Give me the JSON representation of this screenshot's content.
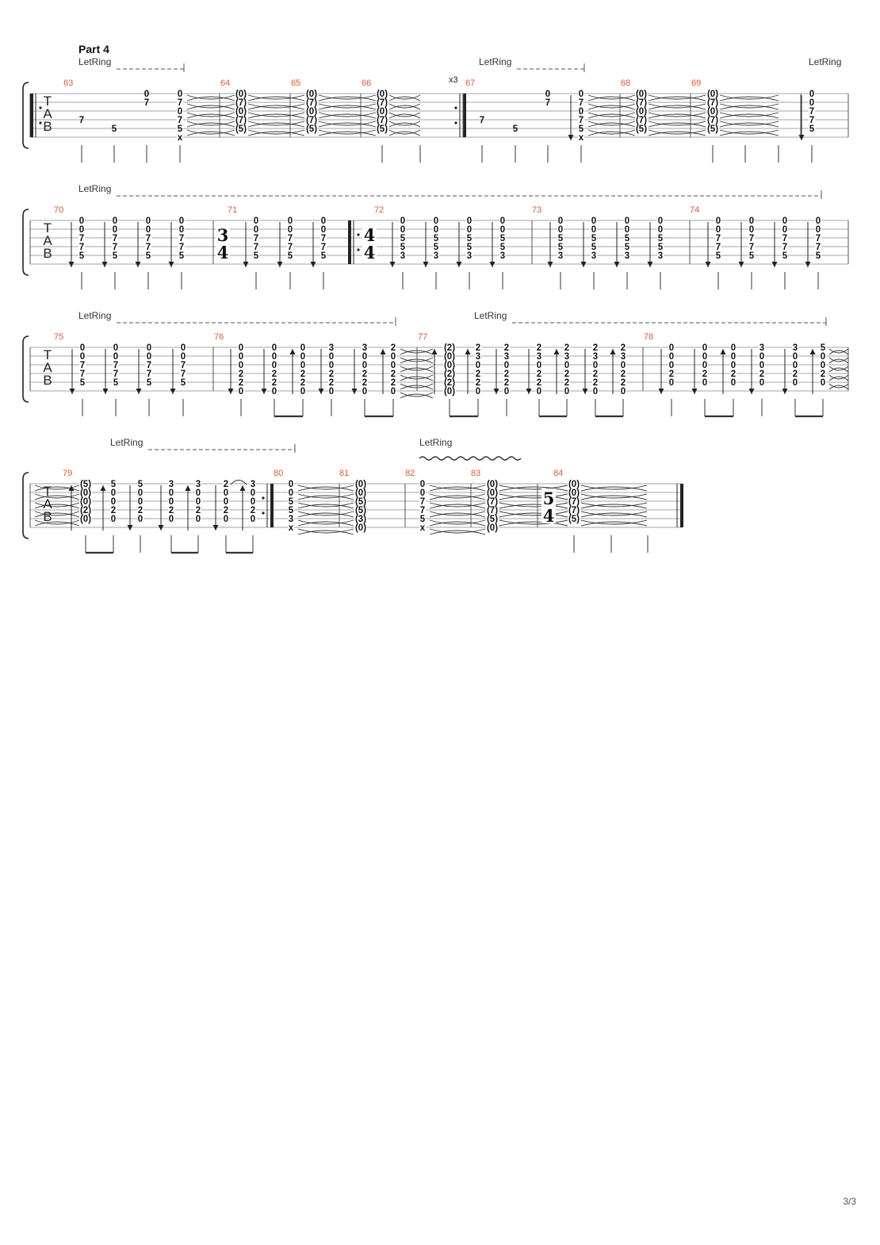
{
  "part_title": "Part 4",
  "page_number": "3/3",
  "let_ring_label": "LetRing",
  "repeat_times": "x3",
  "tab_clef": [
    "T",
    "A",
    "B"
  ],
  "time_signatures": [
    {
      "measure": "71",
      "top": "3",
      "bottom": "4"
    },
    {
      "measure": "72",
      "top": "4",
      "bottom": "4"
    },
    {
      "measure": "84",
      "top": "5",
      "bottom": "4"
    }
  ],
  "systems": [
    {
      "measures": [
        "63",
        "64",
        "65",
        "66",
        "67",
        "68",
        "69"
      ],
      "let_ring": [
        "LetRing",
        "LetRing",
        "LetRing"
      ]
    },
    {
      "measures": [
        "70",
        "71",
        "72",
        "73",
        "74"
      ],
      "let_ring": [
        "LetRing"
      ]
    },
    {
      "measures": [
        "75",
        "76",
        "77",
        "78"
      ],
      "let_ring": [
        "LetRing",
        "LetRing"
      ]
    },
    {
      "measures": [
        "79",
        "80",
        "81",
        "82",
        "83",
        "84"
      ],
      "let_ring": [
        "LetRing",
        "LetRing"
      ]
    }
  ],
  "chords": {
    "full_A": [
      "0",
      "0",
      "7",
      "7",
      "5"
    ],
    "full_B": [
      "0",
      "0",
      "5",
      "5",
      "3"
    ],
    "arp_top": [
      "0",
      "7",
      "0",
      "7",
      "5",
      "x"
    ],
    "tied_top": [
      "(0)",
      "(7)",
      "(0)",
      "(7)",
      "(5)"
    ],
    "s3_a": [
      "0",
      "0",
      "0",
      "2",
      "2",
      "0"
    ],
    "s3_b": [
      "3",
      "0",
      "0",
      "2",
      "2",
      "0"
    ],
    "s3_c": [
      "2",
      "0",
      "0",
      "2",
      "2",
      "0"
    ],
    "s3_d": [
      "2",
      "3",
      "0",
      "2",
      "2",
      "0"
    ],
    "s3_tied": [
      "(2)",
      "(0)",
      "(0)",
      "(2)",
      "(2)",
      "(0)"
    ],
    "s3_m78a": [
      "0",
      "0",
      "0",
      "2",
      "0"
    ],
    "s3_m78b": [
      "3",
      "0",
      "0",
      "2",
      "0"
    ],
    "s3_m78c": [
      "5",
      "0",
      "0",
      "2",
      "0"
    ],
    "s4_tied": [
      "(5)",
      "(0)",
      "(0)",
      "(2)",
      "(0)"
    ],
    "s4_a": [
      "5",
      "0",
      "0",
      "2",
      "0"
    ],
    "s4_b": [
      "3",
      "0",
      "0",
      "2",
      "0"
    ],
    "s4_c": [
      "2",
      "0",
      "0",
      "2",
      "0"
    ],
    "s4_m80": [
      "0",
      "0",
      "5",
      "5",
      "3",
      "x"
    ],
    "s4_m80t": [
      "(0)",
      "(0)",
      "(5)",
      "(5)",
      "(3)",
      "(0)"
    ],
    "s4_m82": [
      "0",
      "0",
      "7",
      "7",
      "5",
      "x"
    ],
    "s4_m82t": [
      "(0)",
      "(0)",
      "(7)",
      "(7)",
      "(5)",
      "(0)"
    ],
    "s4_m84t": [
      "(0)",
      "(0)",
      "(7)",
      "(7)",
      "(5)"
    ],
    "bass_notes": [
      "7",
      "5",
      "0",
      "7"
    ]
  }
}
